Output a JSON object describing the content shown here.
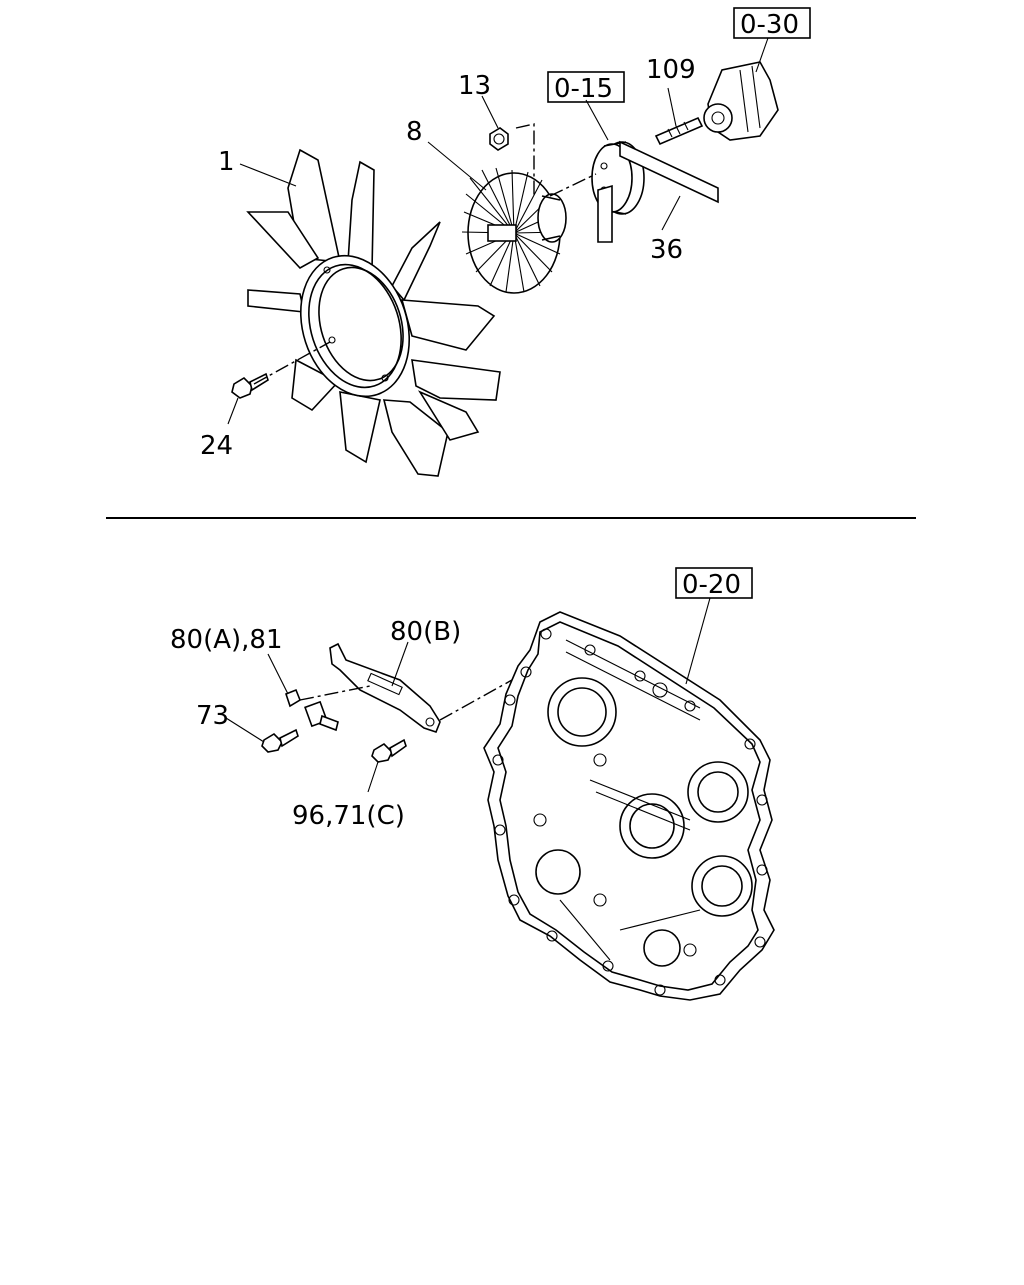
{
  "callouts": {
    "c1": "1",
    "c8": "8",
    "c13": "13",
    "c24": "24",
    "c36": "36",
    "c109": "109",
    "c73": "73",
    "c80a": "80(A),81",
    "c80b": "80(B)",
    "c96": "96,71(C)"
  },
  "refs": {
    "r015": "0-15",
    "r030": "0-30",
    "r020": "0-20"
  }
}
